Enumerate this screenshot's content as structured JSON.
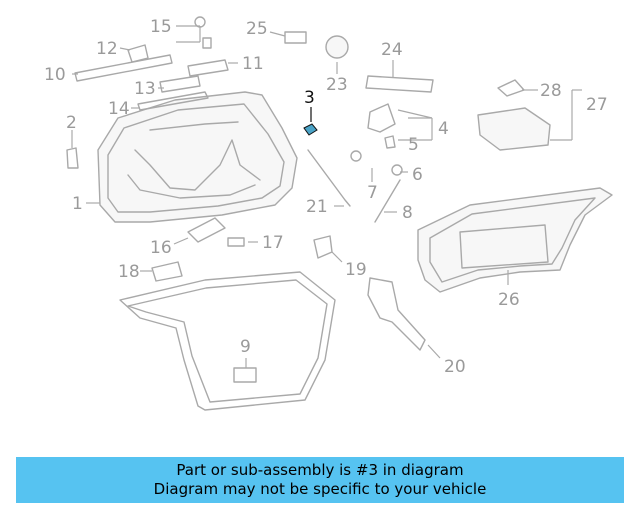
{
  "callouts": {
    "c1": "1",
    "c2": "2",
    "c3": "3",
    "c4": "4",
    "c5": "5",
    "c6": "6",
    "c7": "7",
    "c8": "8",
    "c9": "9",
    "c10": "10",
    "c11": "11",
    "c12": "12",
    "c13": "13",
    "c14": "14",
    "c15": "15",
    "c16": "16",
    "c17": "17",
    "c18": "18",
    "c19": "19",
    "c20": "20",
    "c21": "21",
    "c23": "23",
    "c24": "24",
    "c25": "25",
    "c26": "26",
    "c27": "27",
    "c28": "28"
  },
  "highlighted_part": "3",
  "colors": {
    "banner": "#56c3f1",
    "highlight": "#4aa3c7",
    "line": "#a9a9a9"
  },
  "banner": {
    "line1": "Part or sub-assembly is #3 in diagram",
    "line2": "Diagram may not be specific to your vehicle"
  }
}
